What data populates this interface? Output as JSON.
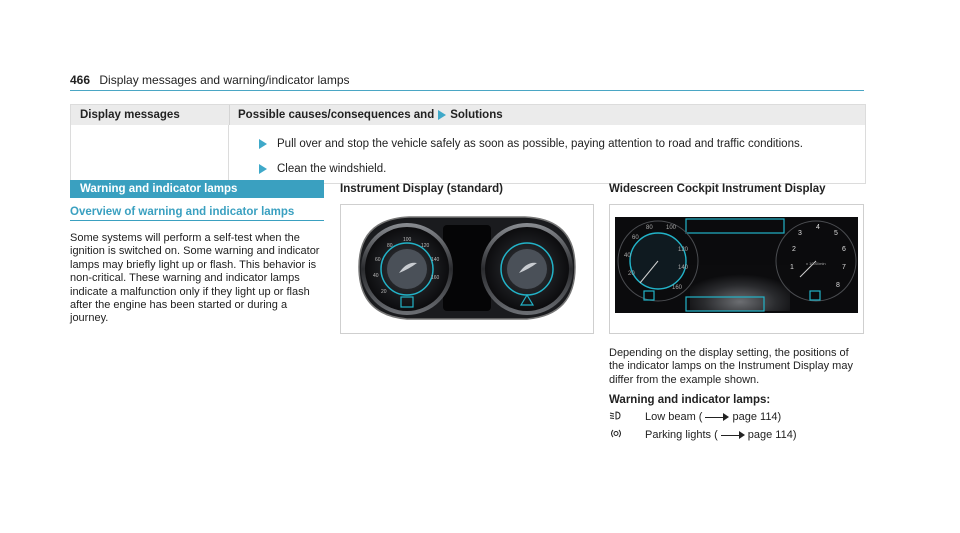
{
  "header": {
    "page_number": "466",
    "title": "Display messages and warning/indicator lamps"
  },
  "table": {
    "col1_header": "Display messages",
    "col2_header_prefix": "Possible causes/consequences and",
    "col2_header_suffix": "Solutions",
    "bullets": [
      "Pull over and stop the vehicle safely as soon as possible, paying attention to road and traffic conditions.",
      "Clean the windshield."
    ]
  },
  "section": {
    "title": "Warning and indicator lamps",
    "subtitle": "Overview of warning and indicator lamps",
    "paragraph": "Some systems will perform a self-test when the ignition is switched on. Some warning and indicator lamps may briefly light up or flash. This behavior is non-critical. These warning and indicator lamps indicate a malfunction only if they light up or flash after the engine has been started or during a journey."
  },
  "figures": {
    "standard_caption": "Instrument Display (standard)",
    "widescreen_caption": "Widescreen Cockpit Instrument Display",
    "standard_left_ticks": [
      "20",
      "40",
      "60",
      "80",
      "100",
      "120",
      "140",
      "160"
    ],
    "widescreen_left_ticks": [
      "20",
      "40",
      "60",
      "80",
      "100",
      "120",
      "140",
      "160"
    ],
    "widescreen_right_ticks": [
      "1",
      "2",
      "3",
      "4",
      "5",
      "6",
      "7",
      "8"
    ],
    "widescreen_subtitle": "x 1000/min"
  },
  "description": "Depending on the display setting, the positions of the indicator lamps on the Instrument Display may differ from the example shown.",
  "lamps_title": "Warning and indicator lamps:",
  "lamps": [
    {
      "icon": "low-beam-icon",
      "label": "Low beam (",
      "page": "page 114)"
    },
    {
      "icon": "parking-lights-icon",
      "label": "Parking lights (",
      "page": "page 114)"
    }
  ],
  "colors": {
    "accent": "#3aa0c0",
    "gauge_ring": "#22b3c8"
  }
}
